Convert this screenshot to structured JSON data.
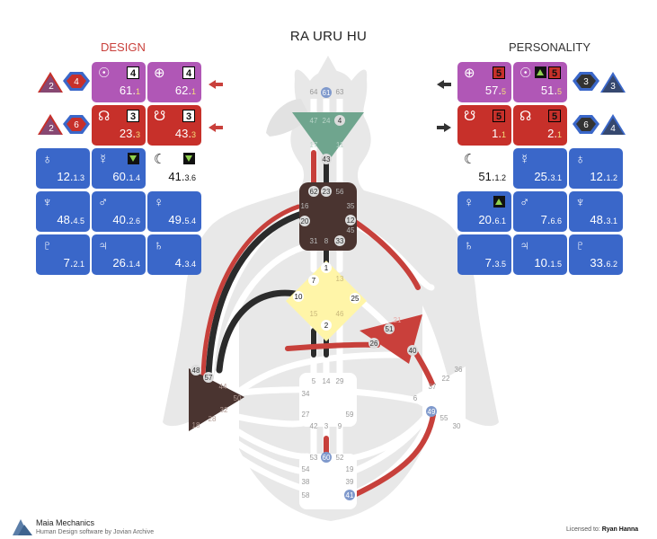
{
  "title": "RA URU HU",
  "design_label": "DESIGN",
  "personality_label": "PERSONALITY",
  "colors": {
    "design": "#c9403b",
    "personality": "#222222",
    "purple": "#b057b6",
    "red": "#c7302a",
    "blue": "#3a67c9",
    "center_brown": "#4a3430",
    "center_yellow": "#fff5a8",
    "center_green": "#6fa58e"
  },
  "design_planets": [
    {
      "symbol": "☉",
      "value": "61.",
      "line": "1",
      "badge": "4",
      "color": "purple"
    },
    {
      "symbol": "⊕",
      "value": "62.",
      "line": "1",
      "badge": "4",
      "color": "purple"
    },
    {
      "symbol": "☊",
      "value": "23.",
      "line": "3",
      "badge": "3",
      "color": "red"
    },
    {
      "symbol": "☋",
      "value": "43.",
      "line": "3",
      "badge": "3",
      "color": "red"
    },
    {
      "symbol": "♁",
      "value": "12.",
      "line": "1.3",
      "color": "blue"
    },
    {
      "symbol": "☿",
      "value": "60.",
      "line": "1.4",
      "mark": "down",
      "color": "blue"
    },
    {
      "symbol": "☾",
      "value": "41.",
      "line": "3.6",
      "mark": "down",
      "color": "white"
    },
    {
      "symbol": "♆",
      "value": "48.",
      "line": "4.5",
      "color": "blue"
    },
    {
      "symbol": "♂",
      "value": "40.",
      "line": "2.6",
      "color": "blue"
    },
    {
      "symbol": "♀",
      "value": "49.",
      "line": "5.4",
      "color": "blue"
    },
    {
      "symbol": "♇",
      "value": "7.",
      "line": "2.1",
      "color": "blue"
    },
    {
      "symbol": "♃",
      "value": "26.",
      "line": "1.4",
      "color": "blue"
    },
    {
      "symbol": "♄",
      "value": "4.",
      "line": "3.4",
      "color": "blue"
    }
  ],
  "personality_planets": [
    {
      "symbol": "⊕",
      "value": "57.",
      "line": "5",
      "badge": "5",
      "color": "purple"
    },
    {
      "symbol": "☉",
      "value": "51.",
      "line": "5",
      "badge": "5",
      "mark": "up",
      "color": "purple"
    },
    {
      "symbol": "☋",
      "value": "1.",
      "line": "1",
      "badge": "5",
      "color": "red"
    },
    {
      "symbol": "☊",
      "value": "2.",
      "line": "1",
      "badge": "5",
      "color": "red"
    },
    {
      "symbol": "☾",
      "value": "51.",
      "line": "1.2",
      "color": "white"
    },
    {
      "symbol": "☿",
      "value": "25.",
      "line": "3.1",
      "color": "blue"
    },
    {
      "symbol": "♁",
      "value": "12.",
      "line": "1.2",
      "color": "blue"
    },
    {
      "symbol": "♀",
      "value": "20.",
      "line": "6.1",
      "mark": "up",
      "color": "blue"
    },
    {
      "symbol": "♂",
      "value": "7.",
      "line": "6.6",
      "color": "blue"
    },
    {
      "symbol": "♆",
      "value": "48.",
      "line": "3.1",
      "color": "blue"
    },
    {
      "symbol": "♄",
      "value": "7.",
      "line": "3.5",
      "color": "blue"
    },
    {
      "symbol": "♃",
      "value": "10.",
      "line": "1.5",
      "color": "blue"
    },
    {
      "symbol": "♇",
      "value": "33.",
      "line": "6.2",
      "color": "blue"
    }
  ],
  "variables_design": [
    [
      "2",
      "4"
    ],
    [
      "2",
      "6"
    ]
  ],
  "variables_personality": [
    [
      "3",
      "3"
    ],
    [
      "6",
      "4"
    ]
  ],
  "gates_head": [
    "64",
    "61",
    "63"
  ],
  "gates_ajna": [
    "47",
    "24",
    "4",
    "17",
    "11",
    "43"
  ],
  "gates_throat": [
    "62",
    "23",
    "56",
    "16",
    "35",
    "20",
    "12",
    "45",
    "31",
    "8",
    "33"
  ],
  "gates_g": [
    "1",
    "7",
    "13",
    "10",
    "25",
    "15",
    "46",
    "2"
  ],
  "gates_heart": [
    "21",
    "51",
    "26",
    "40"
  ],
  "gates_spleen": [
    "48",
    "57",
    "44",
    "50",
    "32",
    "28",
    "18"
  ],
  "gates_sacral": [
    "5",
    "14",
    "29",
    "34",
    "27",
    "59",
    "42",
    "3",
    "9"
  ],
  "gates_solar": [
    "36",
    "22",
    "37",
    "6",
    "49",
    "55",
    "30"
  ],
  "gates_root": [
    "53",
    "60",
    "52",
    "54",
    "19",
    "38",
    "39",
    "58",
    "41"
  ],
  "footer": {
    "app_name": "Maia Mechanics",
    "app_sub": "Human Design software by Jovian Archive",
    "licensed_label": "Licensed to:",
    "licensed_name": "Ryan Hanna"
  }
}
